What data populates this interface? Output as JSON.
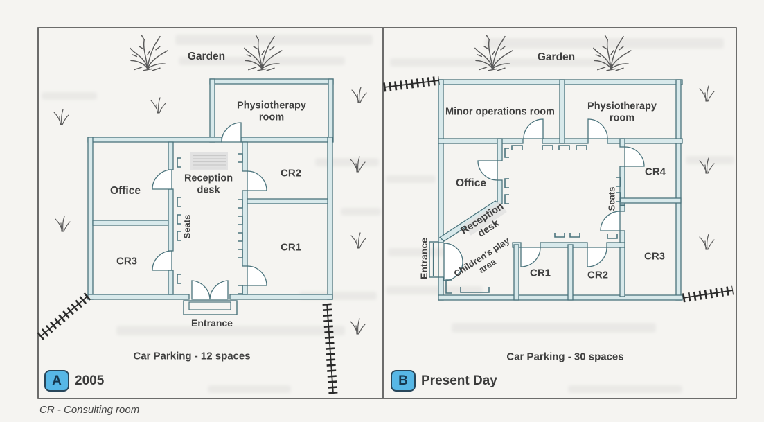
{
  "legend": {
    "caption": "CR - Consulting room"
  },
  "panel_a": {
    "badge_letter": "A",
    "title": "2005",
    "garden": "Garden",
    "physiotherapy": "Physiotherapy room",
    "office": "Office",
    "reception_desk": "Reception desk",
    "seats": "Seats",
    "cr1": "CR1",
    "cr2": "CR2",
    "cr3": "CR3",
    "entrance": "Entrance",
    "car_parking": "Car Parking - 12 spaces"
  },
  "panel_b": {
    "badge_letter": "B",
    "title": "Present Day",
    "garden": "Garden",
    "minor_operations": "Minor operations room",
    "physiotherapy": "Physiotherapy room",
    "office": "Office",
    "reception_desk": "Reception desk",
    "childrens_play_area": "Children's play area",
    "seats": "Seats",
    "cr1": "CR1",
    "cr2": "CR2",
    "cr3": "CR3",
    "cr4": "CR4",
    "entrance": "Entrance",
    "car_parking": "Car Parking - 30 spaces"
  },
  "colors": {
    "wall_fill": "#d8e9eb",
    "wall_stroke": "#4a737c",
    "badge_fill": "#57b7e6",
    "badge_border": "#28465a",
    "badge_letter": "#16374e",
    "fence": "#2a2a2a",
    "text": "#3f3f3f"
  }
}
